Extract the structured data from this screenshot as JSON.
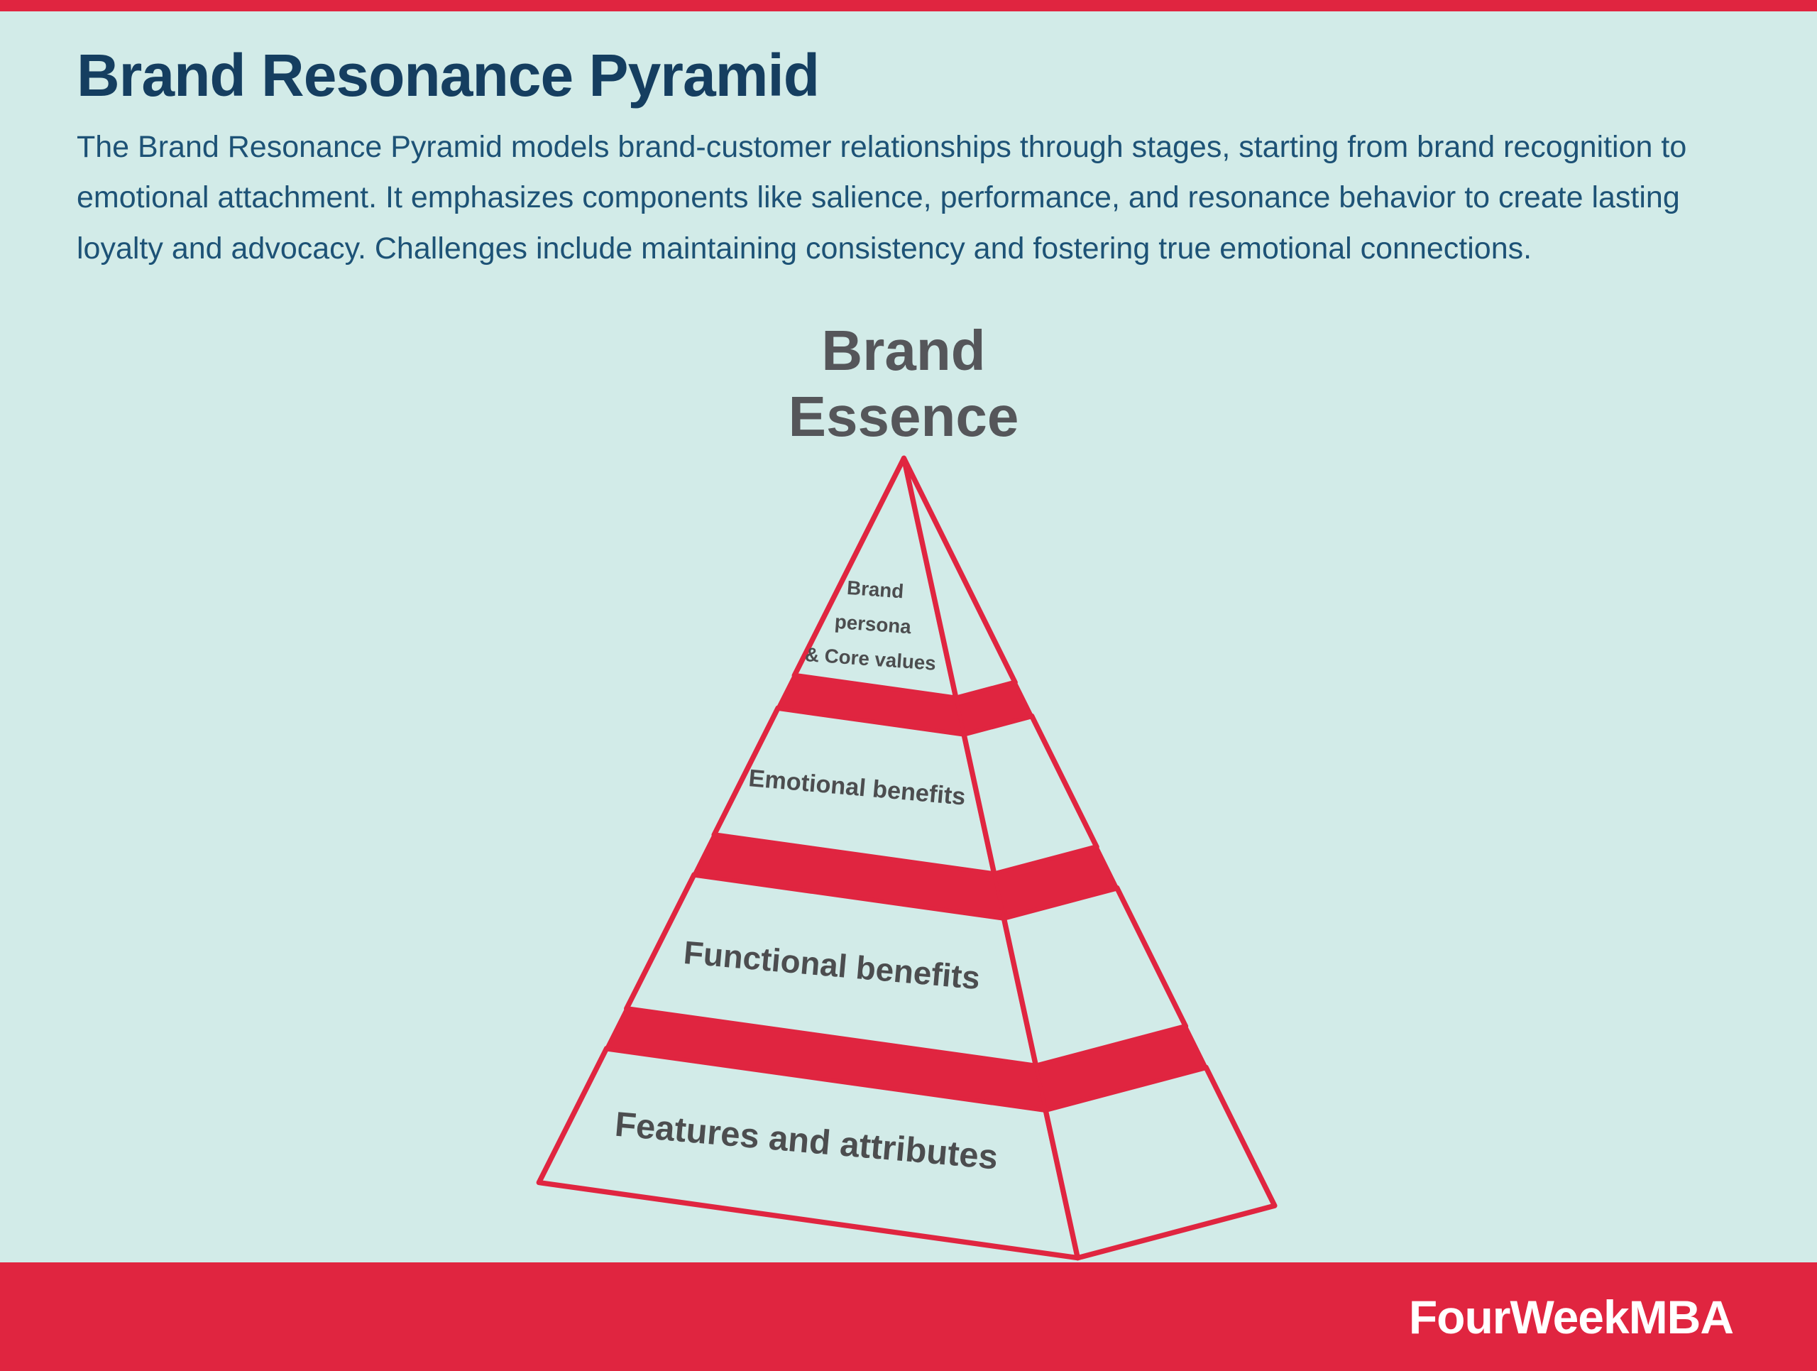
{
  "colors": {
    "background": "#d2ebe8",
    "accent_red": "#e02540",
    "title_navy": "#153e60",
    "body_navy": "#1d5276",
    "label_gray": "#4c4d4f"
  },
  "header": {
    "title": "Brand Resonance Pyramid",
    "description": "The Brand Resonance Pyramid models brand-customer relationships through stages, starting from brand recognition to emotional attachment. It emphasizes components like salience, performance, and resonance behavior to create lasting loyalty and advocacy. Challenges include maintaining consistency and fostering true emotional connections."
  },
  "pyramid": {
    "apex_label_lines": [
      "Brand",
      "Essence"
    ],
    "tiers": [
      {
        "name": "brand-persona-core-values",
        "label_lines": [
          "Brand",
          "persona",
          "& Core values"
        ]
      },
      {
        "name": "emotional-benefits",
        "label_lines": [
          "Emotional benefits"
        ]
      },
      {
        "name": "functional-benefits",
        "label_lines": [
          "Functional benefits"
        ]
      },
      {
        "name": "features-and-attributes",
        "label_lines": [
          "Features and attributes"
        ]
      }
    ]
  },
  "footer": {
    "brand": "FourWeekMBA"
  }
}
